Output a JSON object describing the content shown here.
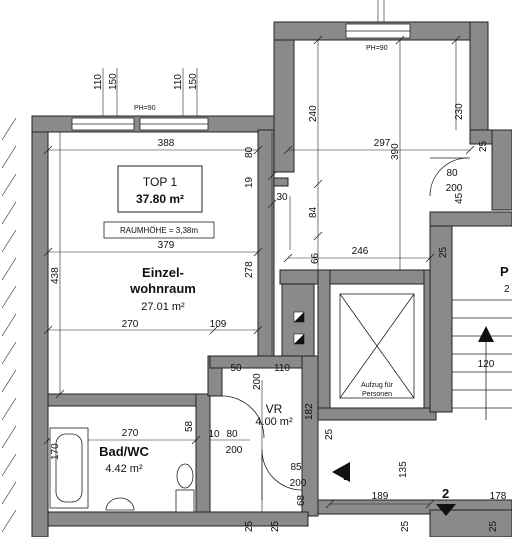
{
  "unit_title": "TOP 1",
  "unit_area": "37.80 m²",
  "ceiling_height": "RAUMHÖHE = 3,38m",
  "rooms": {
    "wohnraum_name_1": "Einzel-",
    "wohnraum_name_2": "wohnraum",
    "wohnraum_area": "27.01 m²",
    "bad_name": "Bad/WC",
    "bad_area": "4.42 m²",
    "vr_name": "VR",
    "vr_area": "4.00 m²",
    "elevator_1": "Aufzug für",
    "elevator_2": "Personen",
    "partial_room": "P",
    "partial_room_num": "2"
  },
  "windows": {
    "ph_left": "PH=90",
    "ph_top": "PH=90",
    "w1": "110",
    "w2": "150",
    "w3": "110",
    "w4": "150"
  },
  "dims": {
    "d388": "388",
    "d80a": "80",
    "d240": "240",
    "d297": "297",
    "d390": "390",
    "d230": "230",
    "d25a": "25",
    "d80b": "80",
    "d200a": "200",
    "d45": "45",
    "d19": "19",
    "d30": "30",
    "d84": "84",
    "d379": "379",
    "d66": "66",
    "d246": "246",
    "d25b": "25",
    "d438": "438",
    "d278": "278",
    "d270a": "270",
    "d109": "109",
    "d120": "120",
    "d50": "50",
    "d110": "110",
    "d200b": "200",
    "d182": "182",
    "d270b": "270",
    "d58": "58",
    "d170": "170",
    "d10": "10",
    "d80c": "80",
    "d200c": "200",
    "d85": "85",
    "d200d": "200",
    "d68": "68",
    "d135": "135",
    "d189": "189",
    "d178": "178",
    "d25c": "25",
    "d25d": "25",
    "d25e": "25",
    "d25f": "25",
    "d25g": "25"
  },
  "markers": {
    "m1": "1",
    "m2": "2"
  }
}
